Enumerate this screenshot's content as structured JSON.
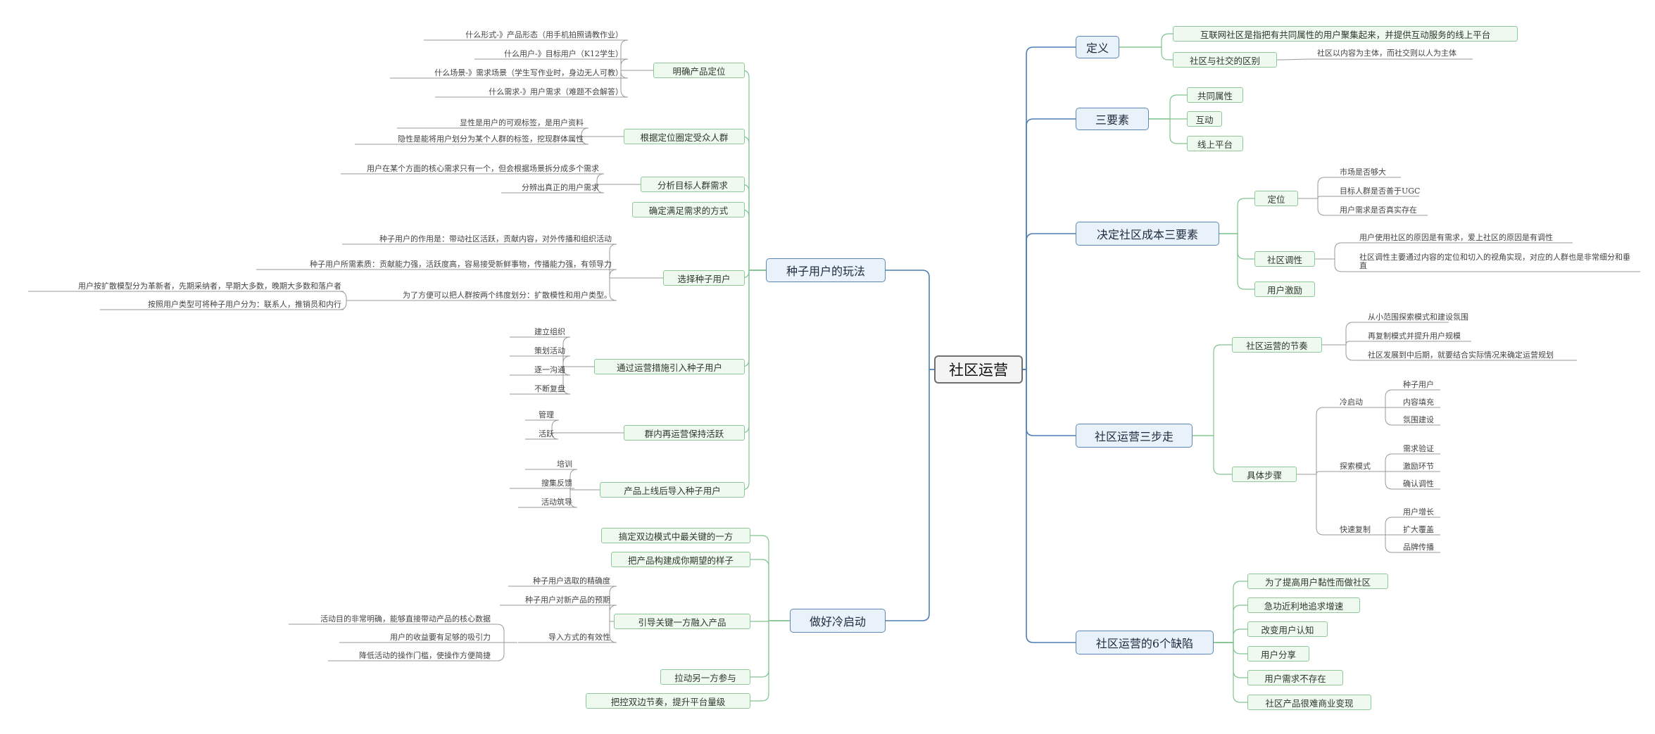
{
  "root": "社区运营",
  "left": [
    {
      "label": "种子用户的玩法",
      "children": [
        {
          "label": "明确产品定位",
          "leaves": [
            "什么形式-》产品形态（用手机拍照请教作业）",
            "什么用户-》目标用户（K12学生）",
            "什么场景-》需求场景（学生写作业时，身边无人可教）",
            "什么需求-》用户需求（难题不会解答）"
          ]
        },
        {
          "label": "根据定位圈定受众人群",
          "leaves": [
            "显性是用户的可观标签，是用户资料",
            "隐性是能将用户划分为某个人群的标签，挖现群体属性"
          ]
        },
        {
          "label": "分析目标人群需求",
          "leaves": [
            "用户在某个方面的核心需求只有一个，但会根据场景拆分成多个需求",
            "分辨出真正的用户需求"
          ]
        },
        {
          "label": "确定满足需求的方式",
          "leaves": []
        },
        {
          "label": "选择种子用户",
          "leaves": [
            "种子用户的作用是：带动社区活跃，贡献内容，对外传播和组织活动",
            "种子用户所需素质：贡献能力强，活跃度高，容易接受新鲜事物，传播能力强，有领导力",
            "为了方便可以把人群按两个纬度划分：扩散模性和用户类型。"
          ],
          "subleaves": [
            "用户按扩散模型分为革新者，先期采纳者，早期大多数，晚期大多数和落户者",
            "按照用户类型可将种子用户分为：联系人，推销员和内行"
          ]
        },
        {
          "label": "通过运营措施引入种子用户",
          "leaves": [
            "建立组织",
            "策划活动",
            "逐一沟通",
            "不断复盘"
          ]
        },
        {
          "label": "群内再运营保持活跃",
          "leaves": [
            "管理",
            "活跃"
          ]
        },
        {
          "label": "产品上线后导入种子用户",
          "leaves": [
            "培训",
            "搜集反馈",
            "活动筑导"
          ]
        }
      ]
    },
    {
      "label": "做好冷启动",
      "children": [
        {
          "label": "搞定双边模式中最关键的一方",
          "leaves": []
        },
        {
          "label": "把产品构建成你期望的样子",
          "leaves": []
        },
        {
          "label": "引导关键一方融入产品",
          "leaves": [
            "种子用户选取的精确度",
            "种子用户对新产品的预期",
            "导入方式的有效性"
          ],
          "subleaves": [
            "活动目的非常明确，能够直接带动产品的核心数据",
            "用户的收益要有足够的吸引力",
            "降低活动的操作门槛，使操作方便简捷"
          ]
        },
        {
          "label": "拉动另一方参与",
          "leaves": []
        },
        {
          "label": "把控双边节奏，提升平台量级",
          "leaves": []
        }
      ]
    }
  ],
  "right": [
    {
      "label": "定义",
      "children": [
        {
          "label": "互联网社区是指把有共同属性的用户聚集起来，并提供互动服务的线上平台",
          "leaves": []
        },
        {
          "label": "社区与社交的区别",
          "leaves": [
            "社区以内容为主体，而社交则以人为主体"
          ]
        }
      ]
    },
    {
      "label": "三要素",
      "children": [
        {
          "label": "共同属性",
          "leaves": []
        },
        {
          "label": "互动",
          "leaves": []
        },
        {
          "label": "线上平台",
          "leaves": []
        }
      ]
    },
    {
      "label": "决定社区成本三要素",
      "children": [
        {
          "label": "定位",
          "leaves": [
            "市场是否够大",
            "目标人群是否善于UGC",
            "用户需求是否真实存在"
          ]
        },
        {
          "label": "社区调性",
          "leaves": [
            "用户使用社区的原因是有需求，爱上社区的原因是有调性",
            "社区调性主要通过内容的定位和切入的视角实现，对应的人群也是非常细分和垂直"
          ]
        },
        {
          "label": "用户激励",
          "leaves": []
        }
      ]
    },
    {
      "label": "社区运营三步走",
      "children": [
        {
          "label": "社区运营的节奏",
          "leaves": [
            "从小范围探索模式和建设氛围",
            "再复制模式并提升用户规模",
            "社区发展到中后期，就要结合实际情况来确定运营规划"
          ]
        },
        {
          "label": "具体步骤",
          "groups": [
            {
              "label": "冷启动",
              "items": [
                "种子用户",
                "内容填充",
                "氛围建设"
              ]
            },
            {
              "label": "探索模式",
              "items": [
                "需求验证",
                "激励环节",
                "确认调性"
              ]
            },
            {
              "label": "快速复制",
              "items": [
                "用户增长",
                "扩大覆盖",
                "品牌传播"
              ]
            }
          ]
        }
      ]
    },
    {
      "label": "社区运营的6个缺陷",
      "children": [
        {
          "label": "为了提高用户黏性而做社区",
          "leaves": []
        },
        {
          "label": "急功近利地追求增速",
          "leaves": []
        },
        {
          "label": "改变用户认知",
          "leaves": []
        },
        {
          "label": "用户分享",
          "leaves": []
        },
        {
          "label": "用户需求不存在",
          "leaves": []
        },
        {
          "label": "社区产品很难商业变现",
          "leaves": []
        }
      ]
    }
  ],
  "colors": {
    "root_border": "#6f6f6f",
    "main_line": "#4f7fb6",
    "sub_line": "#7fc48f",
    "leaf_line": "#9a9a9a"
  }
}
